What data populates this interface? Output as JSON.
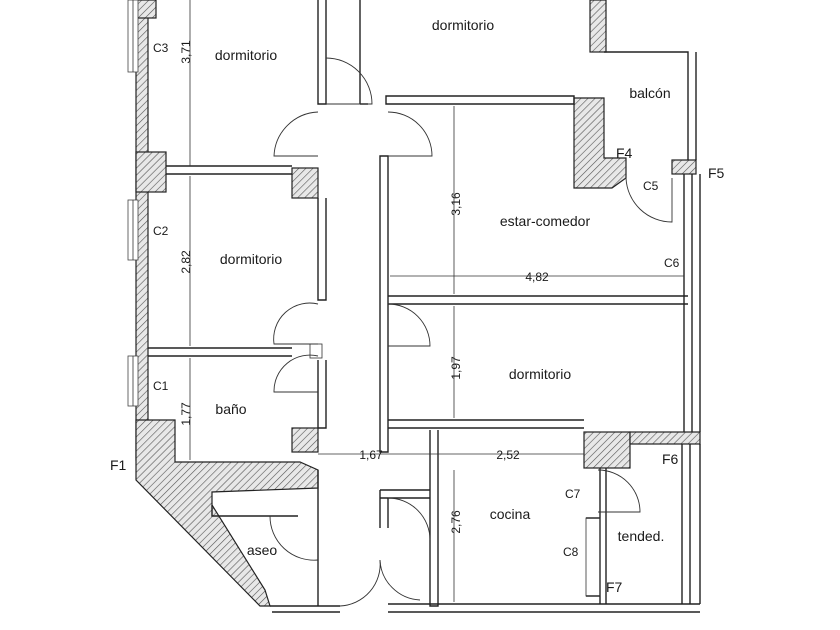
{
  "rooms": {
    "dormitorio_top_left": "dormitorio",
    "dormitorio_top_center": "dormitorio",
    "balcon": "balcón",
    "estar_comedor": "estar-comedor",
    "dormitorio_mid_left": "dormitorio",
    "dormitorio_mid_right": "dormitorio",
    "bano": "baño",
    "cocina": "cocina",
    "aseo": "aseo",
    "tendedero": "tended."
  },
  "dimensions": {
    "d371": "3,71",
    "d282": "2,82",
    "d177": "1,77",
    "d316": "3,16",
    "d482": "4,82",
    "d197": "1,97",
    "d167": "1,67",
    "d252": "2,52",
    "d276": "2,76"
  },
  "window_codes": {
    "c1": "C1",
    "c2": "C2",
    "c3": "C3",
    "c5": "C5",
    "c6": "C6",
    "c7": "C7",
    "c8": "C8"
  },
  "facade_marks": {
    "f1": "F1",
    "f4": "F4",
    "f5": "F5",
    "f6": "F6",
    "f7": "F7"
  }
}
